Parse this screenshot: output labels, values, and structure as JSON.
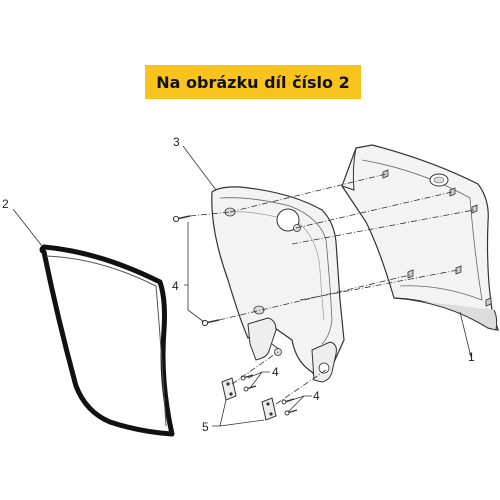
{
  "banner": {
    "text": "Na obrázku díl číslo 2"
  },
  "callouts": {
    "part_1": "1",
    "part_2": "2",
    "part_3": "3",
    "part_4_left": "4",
    "part_4_upper": "4",
    "part_4_lower": "4",
    "part_5": "5"
  },
  "colors": {
    "banner_bg": "#f7c31c",
    "line": "#333333",
    "panel_fill": "#f3f3f3",
    "panel_shade": "#dcdcdc",
    "gasket": "#111111"
  }
}
